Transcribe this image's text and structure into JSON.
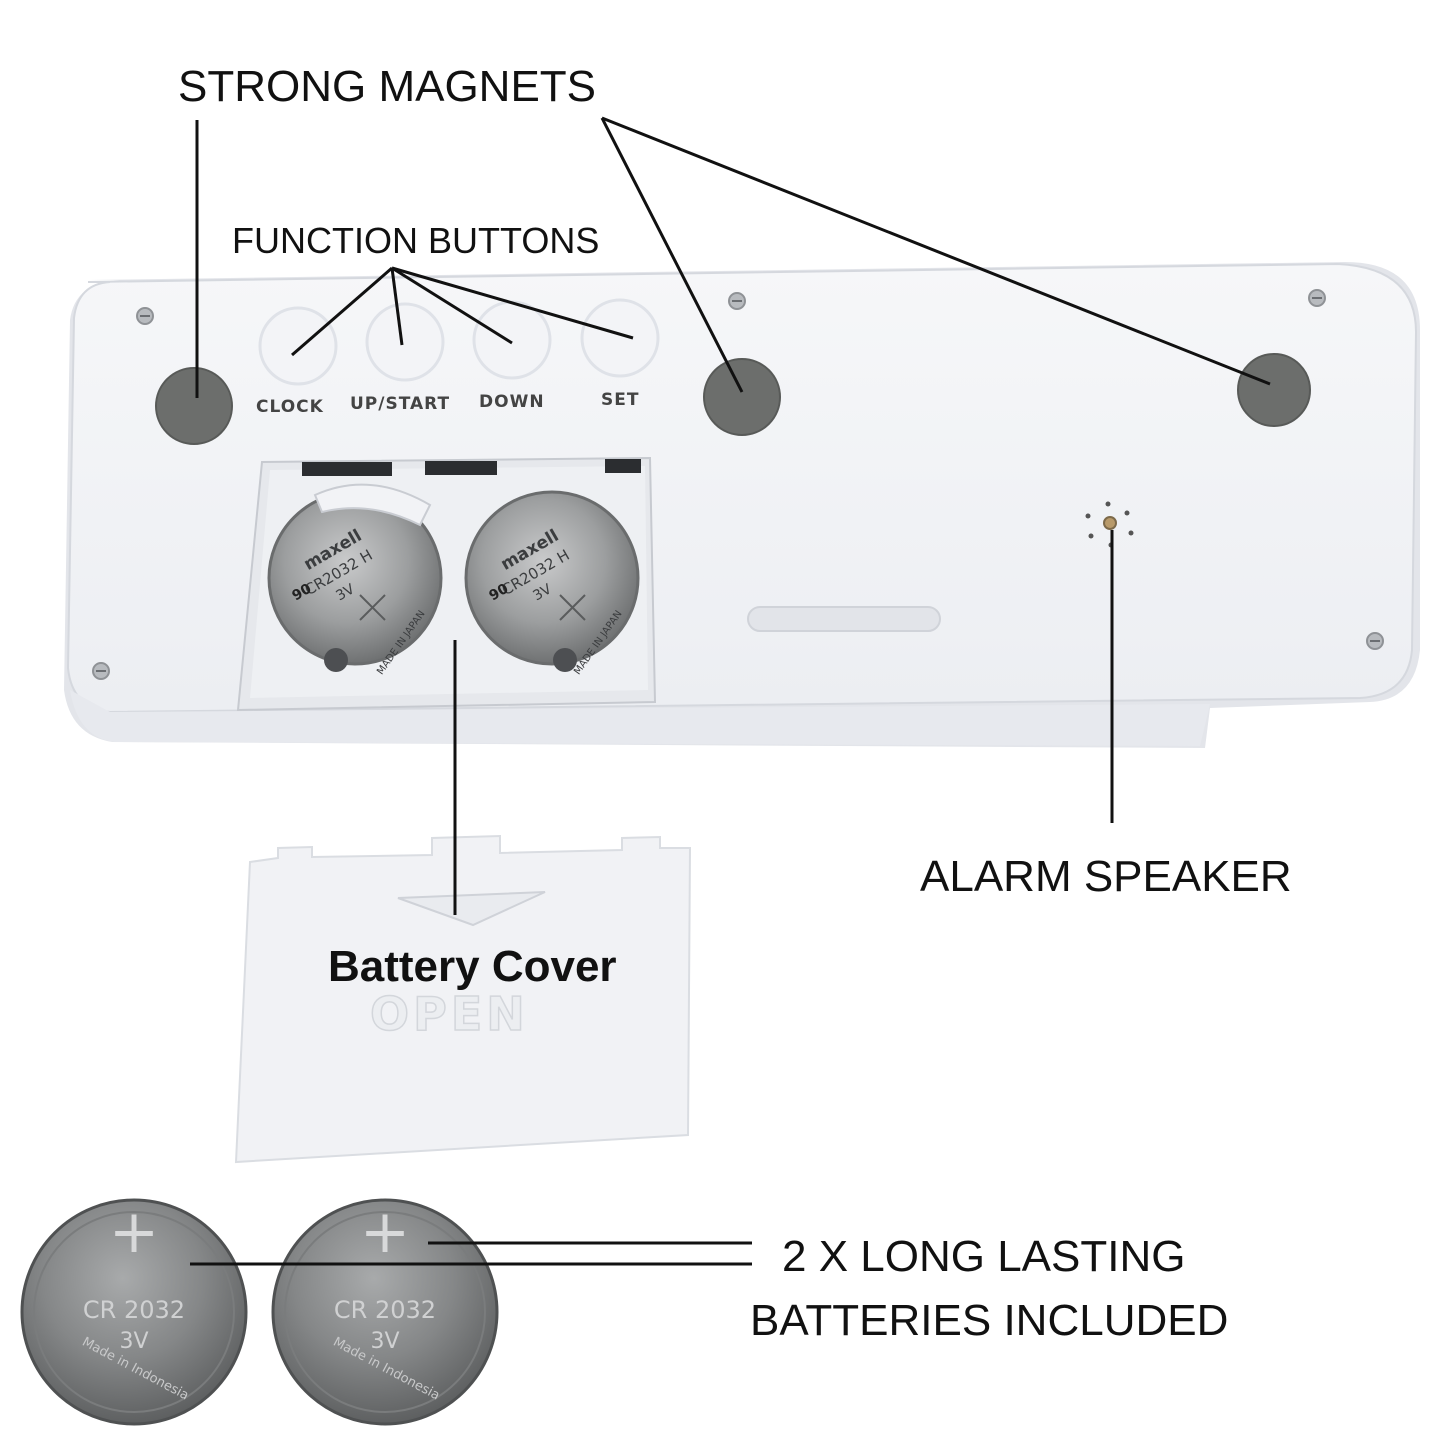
{
  "callouts": {
    "strong_magnets": "STRONG MAGNETS",
    "function_buttons": "FUNCTION BUTTONS",
    "alarm_speaker": "ALARM SPEAKER",
    "battery_cover": "Battery Cover",
    "batteries_line1": "2 X LONG LASTING",
    "batteries_line2": "BATTERIES INCLUDED"
  },
  "buttons": {
    "clock": "CLOCK",
    "up_start": "UP/START",
    "down": "DOWN",
    "set": "SET"
  },
  "cover": {
    "embossed": "OPEN"
  },
  "installed_cells": {
    "brand": "maxell",
    "model": "CR2032 H",
    "voltage": "3V",
    "origin": "MADE IN JAPAN",
    "code": "90"
  },
  "spare_cells": {
    "model": "CR 2032",
    "voltage": "3V",
    "origin": "Made in Indonesia",
    "polarity": "+"
  },
  "colors": {
    "device": "#f4f5f7",
    "magnet": "#6c6e6c",
    "ink": "#111111",
    "battery": "#8a8c8d"
  }
}
